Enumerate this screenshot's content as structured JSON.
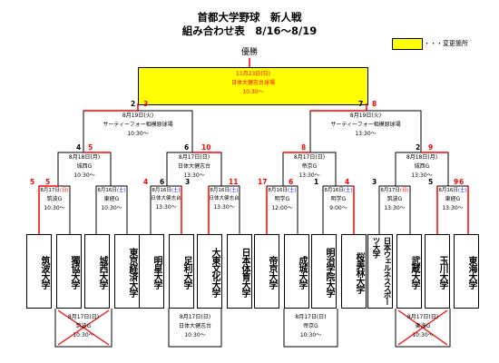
{
  "header": {
    "title_line1": "首都大学野球　新人戦",
    "title_line2": "組み合わせ表　8/16〜8/19"
  },
  "legend": {
    "label": "・・・変更箇所",
    "color": "#ffff00"
  },
  "champion_label": "優勝",
  "final": {
    "date": "11月23日(日)",
    "venue": "日体大健志台球場",
    "time": "10:30〜",
    "left_num": "3",
    "right_num": "8",
    "left_num_black": "2",
    "right_num_black": "7"
  },
  "semis": [
    {
      "date": "8月19日(火)",
      "venue": "サーティーフォー相模原球場",
      "time": "10:30〜",
      "left_num": "5",
      "right_num": "6",
      "left_black": "4",
      "right_black": ""
    },
    {
      "date": "8月19日(火)",
      "venue": "サーティーフォー相模原球場",
      "time": "13:30〜",
      "left_num": "8",
      "right_num": "9",
      "left_black": "",
      "right_black": ""
    }
  ],
  "quarters": [
    {
      "date": "8月18日(月)",
      "venue": "城西G",
      "time": "10:30〜",
      "left_num": "5",
      "right_num": "",
      "left_black": "4",
      "right_black": ""
    },
    {
      "date": "8月17日(日)",
      "venue": "日体大健志台",
      "time": "13:30〜",
      "left_num": "10",
      "right_num": "",
      "left_black": "6",
      "right_black": ""
    },
    {
      "date": "8月17日(日)",
      "venue": "帝京G",
      "time": "13:30〜",
      "left_num": "6",
      "right_num": "",
      "left_black": "",
      "right_black": ""
    },
    {
      "date": "8月18日(月)",
      "venue": "城西G",
      "time": "13:30〜",
      "left_num": "2",
      "right_num": "9",
      "left_black": "",
      "right_black": ""
    }
  ],
  "r1": [
    {
      "date_prefix": "8月17日",
      "day": "(日)",
      "day_class": "sun",
      "venue": "筑波G",
      "time": "10:30〜",
      "left_num": "5",
      "right_num": ""
    },
    {
      "date_prefix": "8月16日",
      "day": "(土)",
      "day_class": "sat",
      "venue": "東経G",
      "time": "10:30〜",
      "left_num": "",
      "right_num": ""
    },
    {
      "date_prefix": "8月16日",
      "day": "(土)",
      "day_class": "sat",
      "venue": "日体大健志台",
      "time": "13:30〜",
      "left_num": "4",
      "right_num": "3"
    },
    {
      "date_prefix": "8月16日",
      "day": "(土)",
      "day_class": "sat",
      "venue": "日体大健志台",
      "time": "13:30〜",
      "left_num": "",
      "right_num": "11"
    },
    {
      "date_prefix": "8月16日",
      "day": "(土)",
      "day_class": "sat",
      "venue": "明学G",
      "time": "12:00〜",
      "left_num": "17",
      "right_num": ""
    },
    {
      "date_prefix": "8月16日",
      "day": "(土)",
      "day_class": "sat",
      "venue": "明学G",
      "time": "9:00〜",
      "left_num": "1",
      "right_num": "4"
    },
    {
      "date_prefix": "8月17日",
      "day": "(日)",
      "day_class": "sun",
      "venue": "筑波G",
      "time": "13:30〜",
      "left_num": "3",
      "right_num": ""
    },
    {
      "date_prefix": "8月16日",
      "day": "(土)",
      "day_class": "sat",
      "venue": "東経G",
      "time": "13:30〜",
      "left_num": "5",
      "right_num": "6"
    }
  ],
  "teams": [
    "筑波大学",
    "獨協大学",
    "城西大学",
    "東京経済大学",
    "明星大学",
    "足利大学",
    "大東文化大学",
    "日本体育大学",
    "帝京大学",
    "成城大学",
    "明治学院大学",
    "桜美林大学",
    "日本ウェルネススポーツ大学",
    "武蔵大学",
    "玉川大学",
    "東海大学"
  ],
  "bottom": [
    {
      "date": "8月17日(日)",
      "venue": "筑波G",
      "time": "10:30〜",
      "cancelled": true
    },
    {
      "date": "8月17日(日)",
      "venue": "日体大健志台",
      "time": "10:30〜",
      "cancelled": false
    },
    {
      "date": "8月17日(日)",
      "venue": "帝京G",
      "time": "10:30〜",
      "cancelled": false
    },
    {
      "date": "8月17日(日)",
      "venue": "東海G",
      "time": "10:30〜",
      "cancelled": true
    }
  ]
}
